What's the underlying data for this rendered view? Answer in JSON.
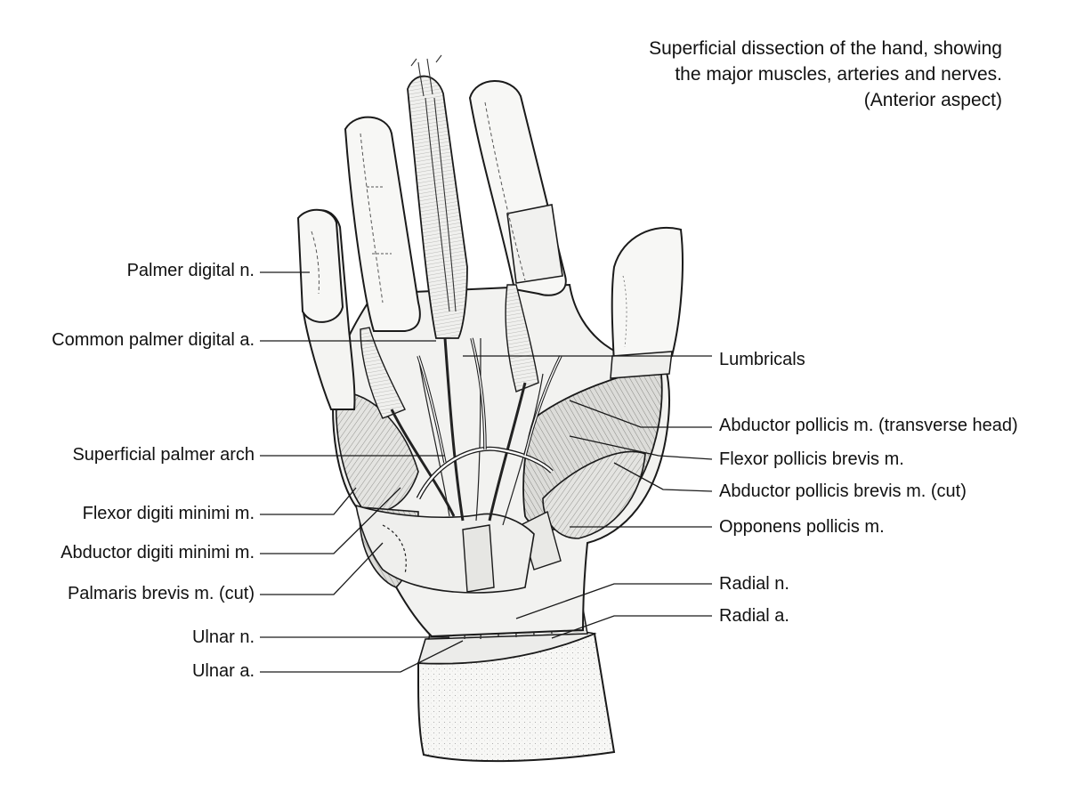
{
  "caption": {
    "line1": "Superficial dissection of the hand, showing",
    "line2": "the major muscles, arteries and nerves.",
    "line3": "(Anterior aspect)"
  },
  "labels_left": [
    {
      "id": "palmer-digital-n",
      "text": "Palmer digital n."
    },
    {
      "id": "common-palmer-digital-a",
      "text": "Common palmer digital a."
    },
    {
      "id": "superficial-palmer-arch",
      "text": "Superficial palmer arch"
    },
    {
      "id": "flexor-digiti-minimi-m",
      "text": "Flexor digiti minimi m."
    },
    {
      "id": "abductor-digiti-minimi-m",
      "text": "Abductor digiti minimi m."
    },
    {
      "id": "palmaris-brevis-m-cut",
      "text": "Palmaris brevis m. (cut)"
    },
    {
      "id": "ulnar-n",
      "text": "Ulnar n."
    },
    {
      "id": "ulnar-a",
      "text": "Ulnar a."
    }
  ],
  "labels_right": [
    {
      "id": "lumbricals",
      "text": "Lumbricals"
    },
    {
      "id": "abductor-pollicis-m-transverse-head",
      "text": "Abductor pollicis m. (transverse head)"
    },
    {
      "id": "flexor-pollicis-brevis-m",
      "text": "Flexor pollicis brevis m."
    },
    {
      "id": "abductor-pollicis-brevis-m-cut",
      "text": "Abductor pollicis brevis m. (cut)"
    },
    {
      "id": "opponens-pollicis-m",
      "text": "Opponens pollicis m."
    },
    {
      "id": "radial-n",
      "text": "Radial n."
    },
    {
      "id": "radial-a",
      "text": "Radial a."
    }
  ],
  "colors": {
    "ink": "#1a1a1a",
    "skin": "#f4f4f2",
    "muscle": "#d9d9d6",
    "tendon": "#ececea"
  }
}
